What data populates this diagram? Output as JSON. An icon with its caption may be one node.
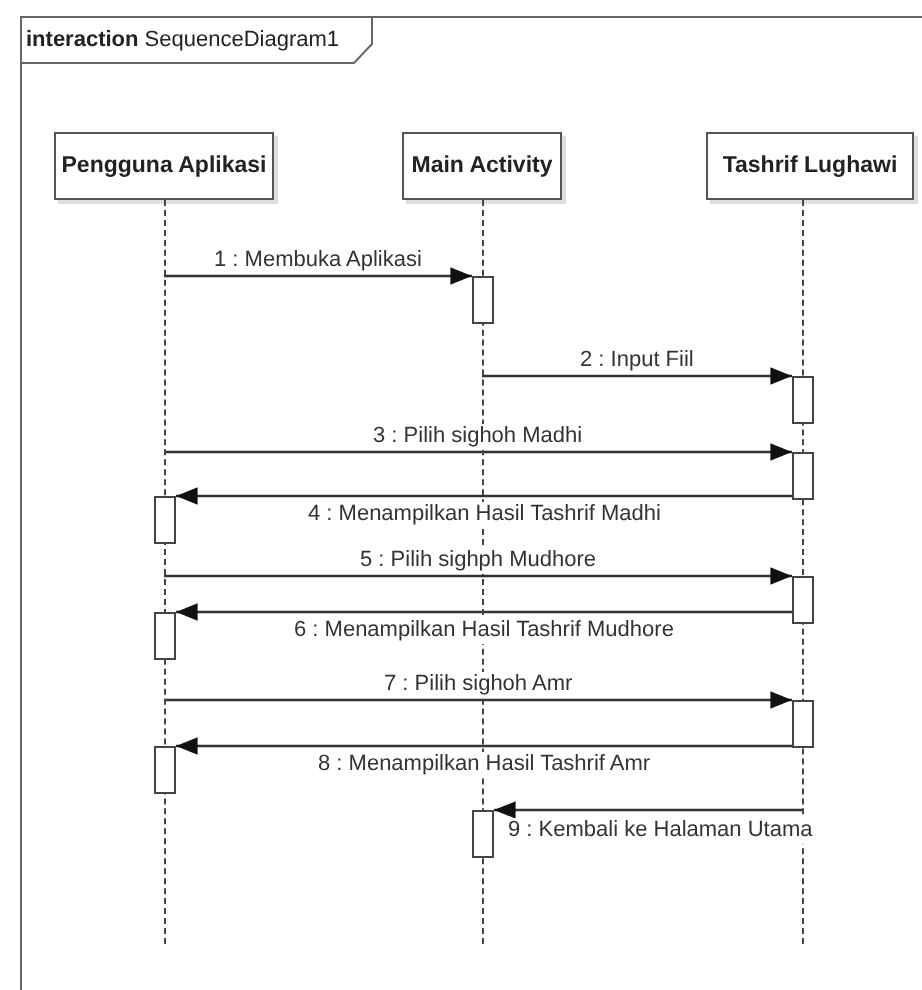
{
  "diagram": {
    "nodes": [
      {
        "text": [
          "**interaction** SequenceDiagram1"
        ]
      },
      {
        "text": [
          "Pengguna Aplikasi"
        ],
        "in": 0
      },
      {
        "text": [
          "Main Activity"
        ],
        "in": 0
      },
      {
        "text": [
          "Tashrif Lughawi"
        ],
        "in": 0
      },
      {
        "text": [],
        "shape": "line",
        "in": 0
      },
      {
        "text": [],
        "shape": "line",
        "in": 0
      },
      {
        "text": [],
        "shape": "line",
        "in": 0
      },
      {
        "text": [],
        "shape": "bar",
        "in": 0
      },
      {
        "text": [],
        "shape": "bar",
        "in": 0
      },
      {
        "text": [],
        "shape": "bar",
        "in": 0
      },
      {
        "text": [],
        "shape": "bar",
        "in": 0
      },
      {
        "text": [],
        "shape": "bar",
        "in": 0
      },
      {
        "text": [],
        "shape": "bar",
        "in": 0
      },
      {
        "text": [],
        "shape": "bar",
        "in": 0
      },
      {
        "text": [],
        "shape": "bar",
        "in": 0
      },
      {
        "text": [],
        "shape": "bar",
        "in": 0
      }
    ],
    "edges": [
      {
        "from": 4,
        "to": 7,
        "arrow": "to",
        "label": "1 : Membuka Aplikasi"
      },
      {
        "from": 5,
        "to": 8,
        "arrow": "to",
        "label": "2 : Input Fiil"
      },
      {
        "from": 4,
        "to": 9,
        "arrow": "to",
        "label": "3 : Pilih sighoh Madhi"
      },
      {
        "from": 9,
        "to": 10,
        "arrow": "to",
        "label": "4 : Menampilkan Hasil Tashrif Madhi"
      },
      {
        "from": 4,
        "to": 11,
        "arrow": "to",
        "label": "5 : Pilih sighph Mudhore"
      },
      {
        "from": 11,
        "to": 12,
        "arrow": "to",
        "label": "6 : Menampilkan Hasil Tashrif Mudhore"
      },
      {
        "from": 4,
        "to": 13,
        "arrow": "to",
        "label": "7 : Pilih sighoh Amr"
      },
      {
        "from": 13,
        "to": 14,
        "arrow": "to",
        "label": "8 : Menampilkan Hasil Tashrif Amr"
      },
      {
        "from": 6,
        "to": 15,
        "arrow": "to",
        "label": "9 : Kembali ke Halaman Utama"
      }
    ]
  }
}
